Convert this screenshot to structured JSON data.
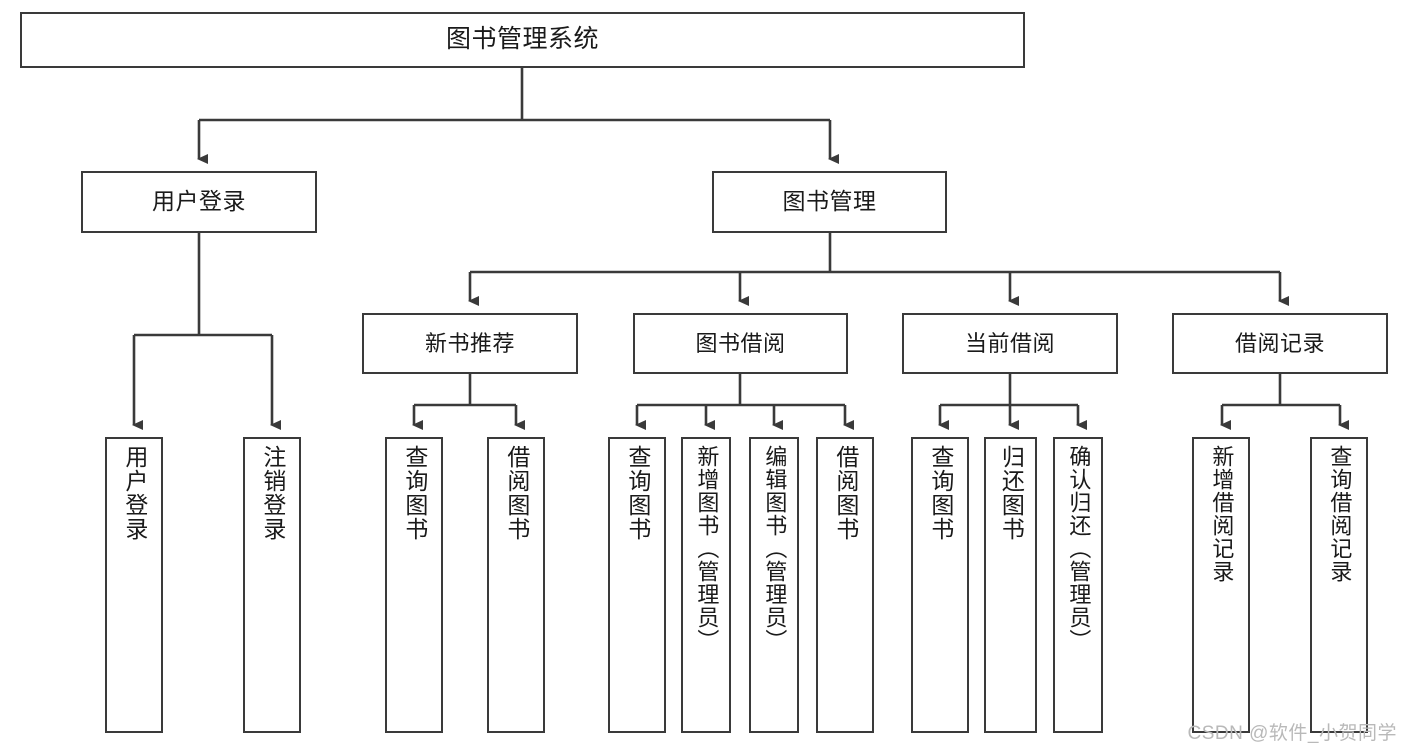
{
  "diagram": {
    "type": "tree",
    "title": "图书管理系统",
    "colors": {
      "box_border": "#3a3a3a",
      "box_fill": "#ffffff",
      "connector": "#3a3a3a",
      "text": "#1a1a1a",
      "watermark": "#b9b9b9",
      "background": "#ffffff"
    },
    "root": {
      "label": "图书管理系统"
    },
    "level2": [
      {
        "label": "用户登录"
      },
      {
        "label": "图书管理"
      }
    ],
    "level3": [
      {
        "label": "新书推荐"
      },
      {
        "label": "图书借阅"
      },
      {
        "label": "当前借阅"
      },
      {
        "label": "借阅记录"
      }
    ],
    "leaves": {
      "user_login": [
        {
          "label": "用户登录"
        },
        {
          "label": "注销登录"
        }
      ],
      "new_book_recommend": [
        {
          "label": "查询图书"
        },
        {
          "label": "借阅图书"
        }
      ],
      "book_borrow": [
        {
          "label": "查询图书"
        },
        {
          "label": "新增图书（管理员）"
        },
        {
          "label": "编辑图书（管理员）"
        },
        {
          "label": "借阅图书"
        }
      ],
      "current_borrow": [
        {
          "label": "查询图书"
        },
        {
          "label": "归还图书"
        },
        {
          "label": "确认归还（管理员）"
        }
      ],
      "borrow_record": [
        {
          "label": "新增借阅记录"
        },
        {
          "label": "查询借阅记录"
        }
      ]
    }
  },
  "watermark": {
    "text": "CSDN @软件_小贺同学"
  }
}
